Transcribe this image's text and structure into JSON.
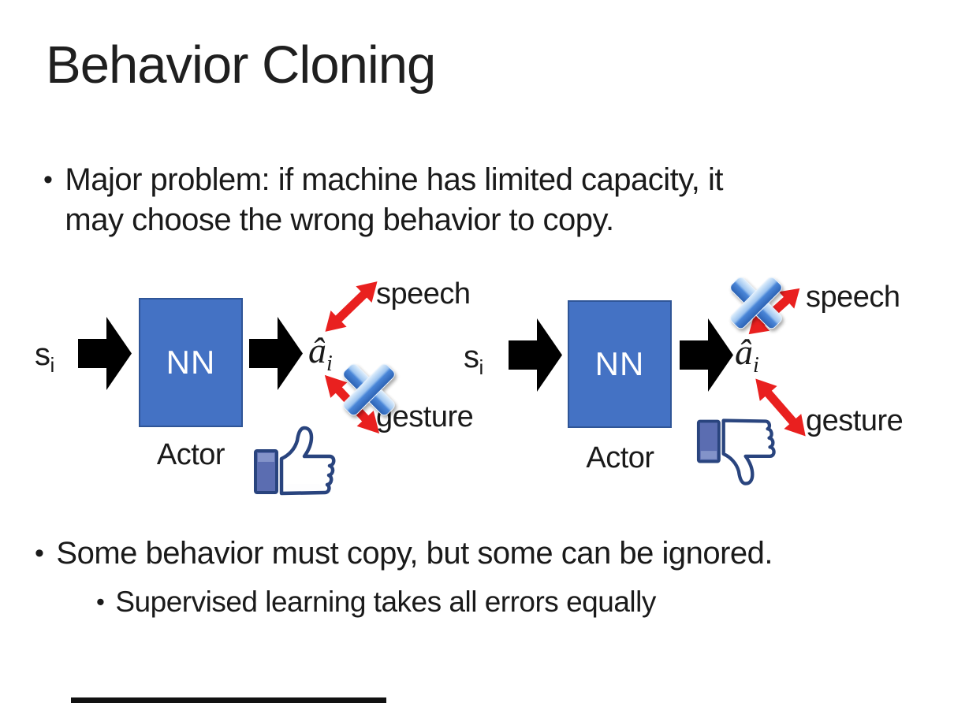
{
  "slide": {
    "title": "Behavior Cloning",
    "bullet_major": {
      "marker": "•",
      "line1": "Major problem: if machine has limited capacity, it",
      "line2": "may choose the wrong behavior to copy."
    },
    "bullet_some": {
      "marker": "•",
      "text": "Some behavior must copy, but some can be ignored."
    },
    "bullet_supervised": {
      "marker": "•",
      "text": "Supervised learning takes all errors equally"
    }
  },
  "diagrams": {
    "left": {
      "input_base": "s",
      "input_sub": "i",
      "nn_label": "NN",
      "actor_label": "Actor",
      "output_base": "â",
      "output_sub": "i",
      "speech_label": "speech",
      "gesture_label": "gesture",
      "crossed_out": "gesture",
      "feedback_icon": "thumbs-up"
    },
    "right": {
      "input_base": "s",
      "input_sub": "i",
      "nn_label": "NN",
      "actor_label": "Actor",
      "output_base": "â",
      "output_sub": "i",
      "speech_label": "speech",
      "gesture_label": "gesture",
      "crossed_out": "speech",
      "feedback_icon": "thumbs-down"
    }
  },
  "colors": {
    "nn_box_fill": "#4472C4",
    "nn_box_border": "#2F5597",
    "block_arrow": "#000000",
    "double_arrow_red": "#E9201F",
    "cross_blue": "#3A7AD1",
    "thumb_outline": "#29447E",
    "thumb_cuff": "#5B6DB1"
  }
}
